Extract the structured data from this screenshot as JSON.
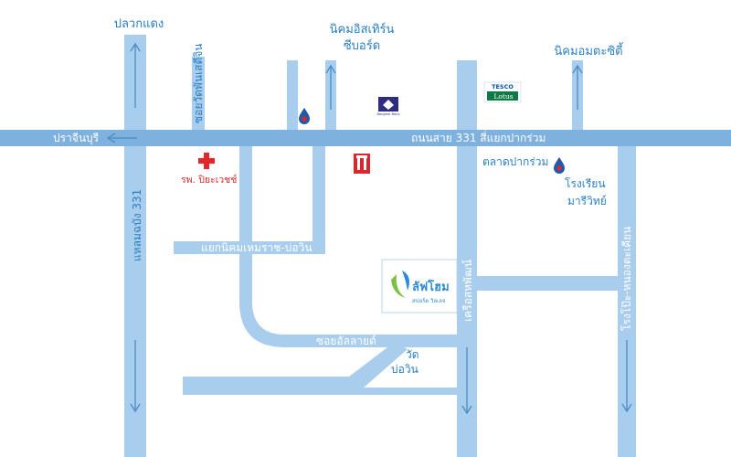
{
  "labels": {
    "pluak_daeng": "ปลวกแดง",
    "eastern_seaboard_line1": "นิคมอิสเทิร์น",
    "eastern_seaboard_line2": "ซีบอร์ด",
    "amata_city": "นิคมอมตะซิตี้",
    "soi_wat_phanseri": "ซอยวัดพันเสดีจิน",
    "prachinburi": "ปราจีนบุรี",
    "road_331": "ถนนสาย 331 สี่แยกปากร่วม",
    "hospital": "รพ. ปิยะเวชช์",
    "market": "ตลาดปากร่วม",
    "school_line1": "โรงเรียน",
    "school_line2": "มารีวิทย์",
    "laem_chabang": "แหลมฉบัง 331",
    "nikhom_junction": "แยกนิคมเหมราช-บ่อวิน",
    "soi_allaya": "ซอยอัลลายด์",
    "wat_bowin_line1": "วัด",
    "wat_bowin_line2": "บ่อวิน",
    "kruea_sahapat": "เครือสหพัฒน์",
    "rong_pho": "โรงโป๊ะ-หนองตะเคียน"
  },
  "logos": {
    "tesco_top": "TESCO",
    "tesco_bottom": "Lotus",
    "bank": "Bangkok Bank",
    "project_line1": "ลัฟโฮม",
    "project_line2": "สปอร์ต วิลเลจ"
  },
  "colors": {
    "road": "#a9cdec",
    "main_road": "#7fb1df",
    "label": "#2a7fc0",
    "hospital": "#e2262b",
    "arrow": "#4f8fc8"
  },
  "icons": {
    "hospital": "red-cross-icon",
    "gas_station": "ptt-drop-icon",
    "bank": "bangkok-bank-icon",
    "supermarket": "tesco-lotus-icon",
    "building": "building-icon"
  }
}
